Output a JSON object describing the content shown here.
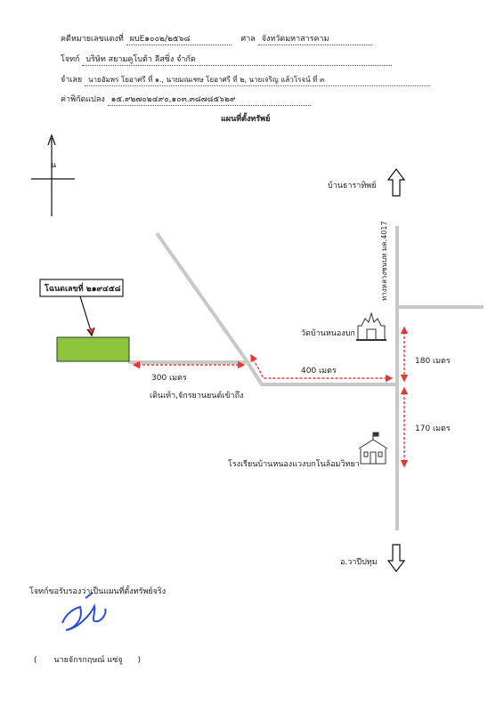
{
  "header": {
    "case_label": "คดีหมายเลขแดงที่",
    "case_value": "ผบE๑๐๐๒/๒๕๖๘",
    "court_label": "ศาล",
    "court_value": "จังหวัดมหาสารคาม",
    "plaintiff_label": "โจทก์",
    "plaintiff_value": "บริษัท สยามคูโบต้า ลีสซิ่ง จำกัด",
    "defendant_label": "จำเลย",
    "defendant_value": "นายอัมพร โยอาศรี ที่ ๑., นายมณเฑษ โยอาศรี ที่ ๒, นายเจริญ แล้วโรจน์ ที่ ๓",
    "coord_label": "ค่าพิกัดแปลง",
    "coord_value": "๑๕.๙๒๗๐๒๔๙๐,๑๐๓.๓๘๗๘๕๖๒๙"
  },
  "map": {
    "title": "แผนที่ตั้งทรัพย์",
    "north_label": "น",
    "parcel_label": "โฉนดเลขที่ ๒๑๙๔๕๘",
    "dir_north": "บ้านธาราทิพย์",
    "dir_south": "อ.วาปีปทุม",
    "road_label": "ทางหลวงชนบท มค.4017",
    "temple_label": "วัดบ้านหนองบก",
    "school_label": "โรงเรียนบ้านหนองแวงบกโนล้อมวิทยา",
    "dist_300": "300 เมตร",
    "dist_400": "400 เมตร",
    "dist_180": "180 เมตร",
    "dist_170": "170 เมตร",
    "access_note": "เดินเท้า,จักรยานยนต์เข้าถึง",
    "parcel_color": "#8cc43c",
    "road_color": "#c8c8c8",
    "arrow_color": "#e53935"
  },
  "footer": {
    "certify": "โจทก์ขอรับรองว่าเป็นแผนที่ตั้งทรัพย์จริง",
    "signature_open": "(",
    "signer": "นายจักรกฤษณ์ แซ่จู",
    "signature_close": ")"
  }
}
